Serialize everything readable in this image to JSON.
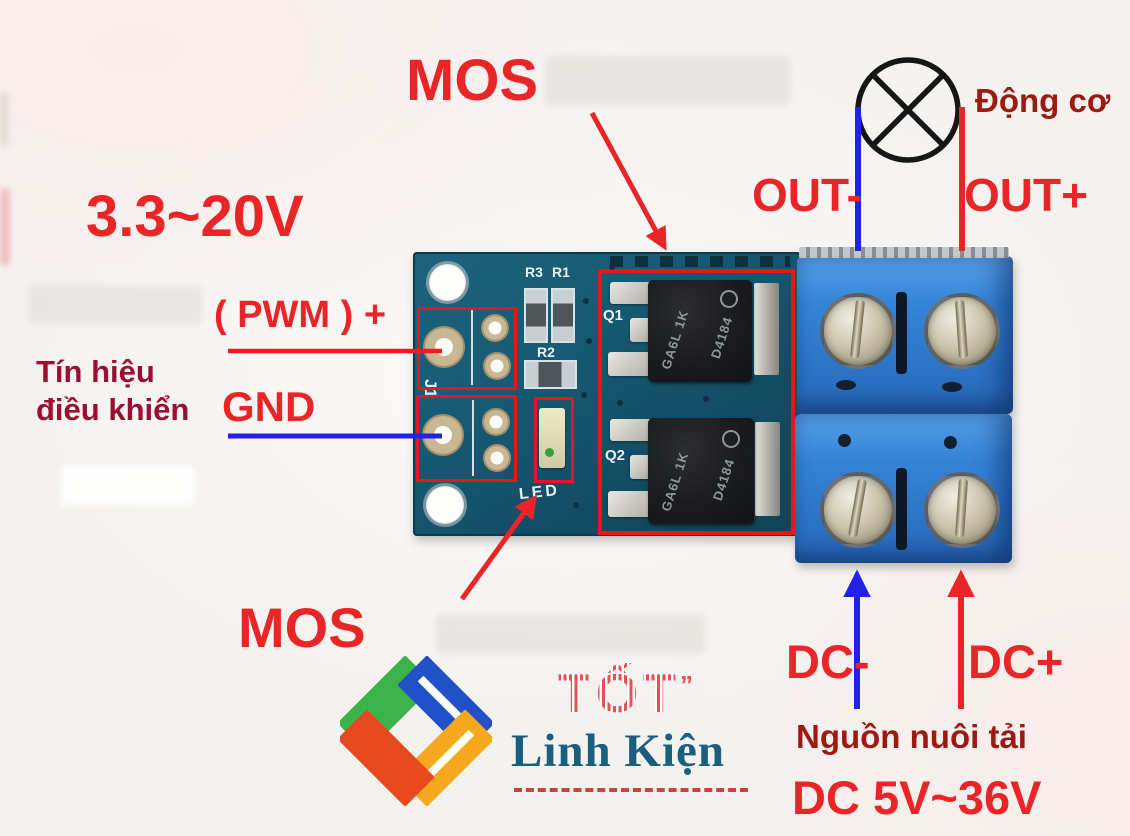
{
  "annotations": {
    "mos_top": "MOS",
    "mos_bottom": "MOS",
    "motor": "Động cơ",
    "out_minus": "OUT-",
    "out_plus": "OUT+",
    "signal_voltage": "3.3~20V",
    "pwm_plus": "( PWM ) +",
    "control_line1": "Tín hiệu",
    "control_line2": "điều khiển",
    "gnd": "GND",
    "dc_minus": "DC-",
    "dc_plus": "DC+",
    "load_power": "Nguồn nuôi tải",
    "load_voltage": "DC 5V~36V"
  },
  "board": {
    "silkscreen": {
      "r3": "R3",
      "r1": "R1",
      "r2": "R2",
      "j1": "J1",
      "q1": "Q1",
      "q2": "Q2",
      "led": "LED"
    },
    "mosfet": {
      "marking_top": "GA6L 1K",
      "marking_part": "D4184"
    }
  },
  "logo": {
    "brand": "TỐT",
    "mark": "”",
    "subtitle": "Linh Kiện"
  },
  "colors": {
    "annotation_red": "#e92528",
    "annotation_dark_red": "#9c1a12",
    "control_maroon": "#9b1030",
    "wire_blue": "#2121e8",
    "pcb_teal": "#15566e",
    "terminal_blue": "#2e7fd0",
    "logo_green": "#3cb24a",
    "logo_blue": "#2150c8",
    "logo_yellow": "#f6a91f",
    "logo_orange": "#e8491f",
    "logo_text_red": "#e94d55",
    "logo_subtitle_teal": "#1a5e80"
  }
}
